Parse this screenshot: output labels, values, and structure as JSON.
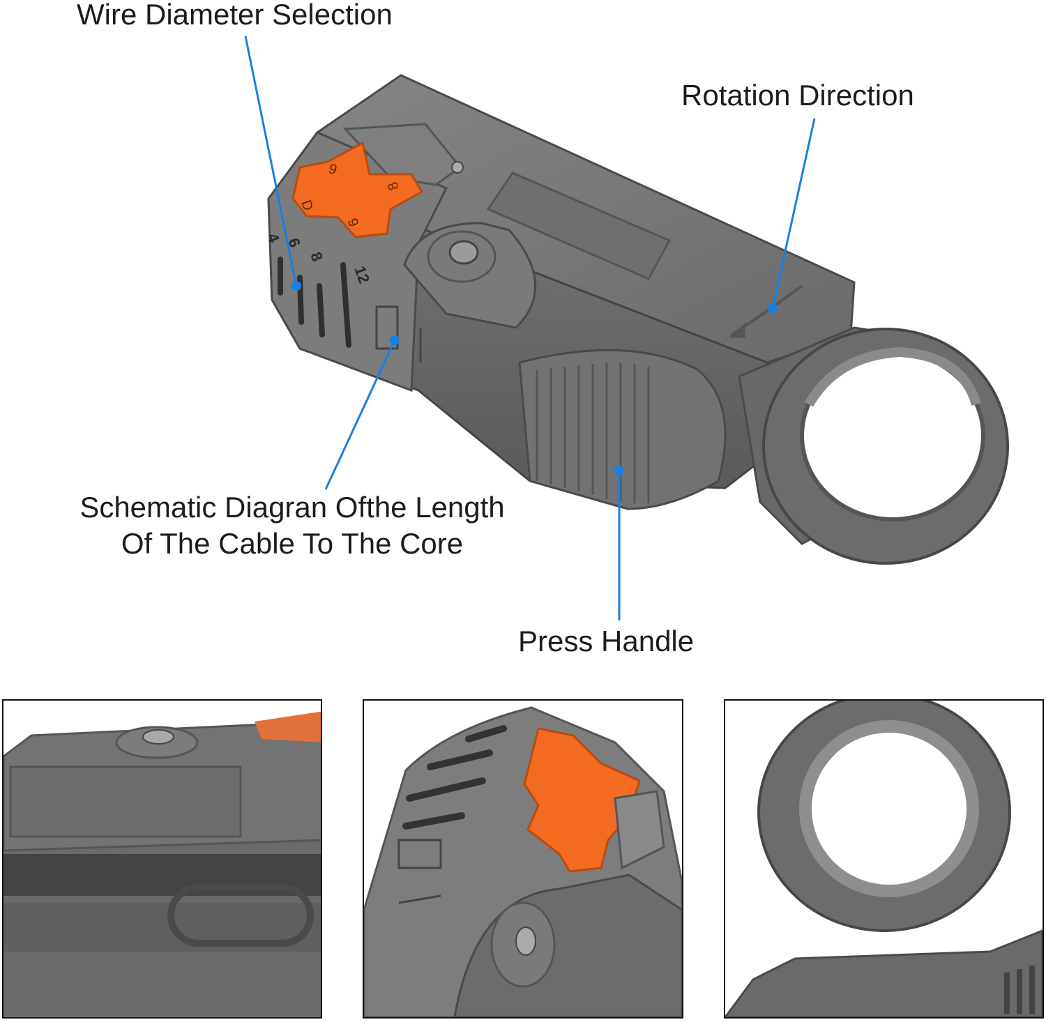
{
  "callouts": {
    "wire_diameter": "Wire Diameter Selection",
    "rotation": "Rotation Direction",
    "schematic_line1": "Schematic Diagran Ofthe Length",
    "schematic_line2": "Of The Cable To The Core",
    "press_handle": "Press Handle"
  },
  "tool_markings": {
    "scale_4": "4",
    "scale_6": "6",
    "scale_8": "8",
    "scale_12": "12",
    "dial_d": "D",
    "dial_6a": "6",
    "dial_8": "8",
    "dial_6b": "6"
  },
  "colors": {
    "tool_gray": "#6e6e6e",
    "tool_dark": "#4f4f4f",
    "tool_light": "#8a8a8a",
    "dial_orange": "#f26b21",
    "leader_blue": "#1a7fe0"
  }
}
